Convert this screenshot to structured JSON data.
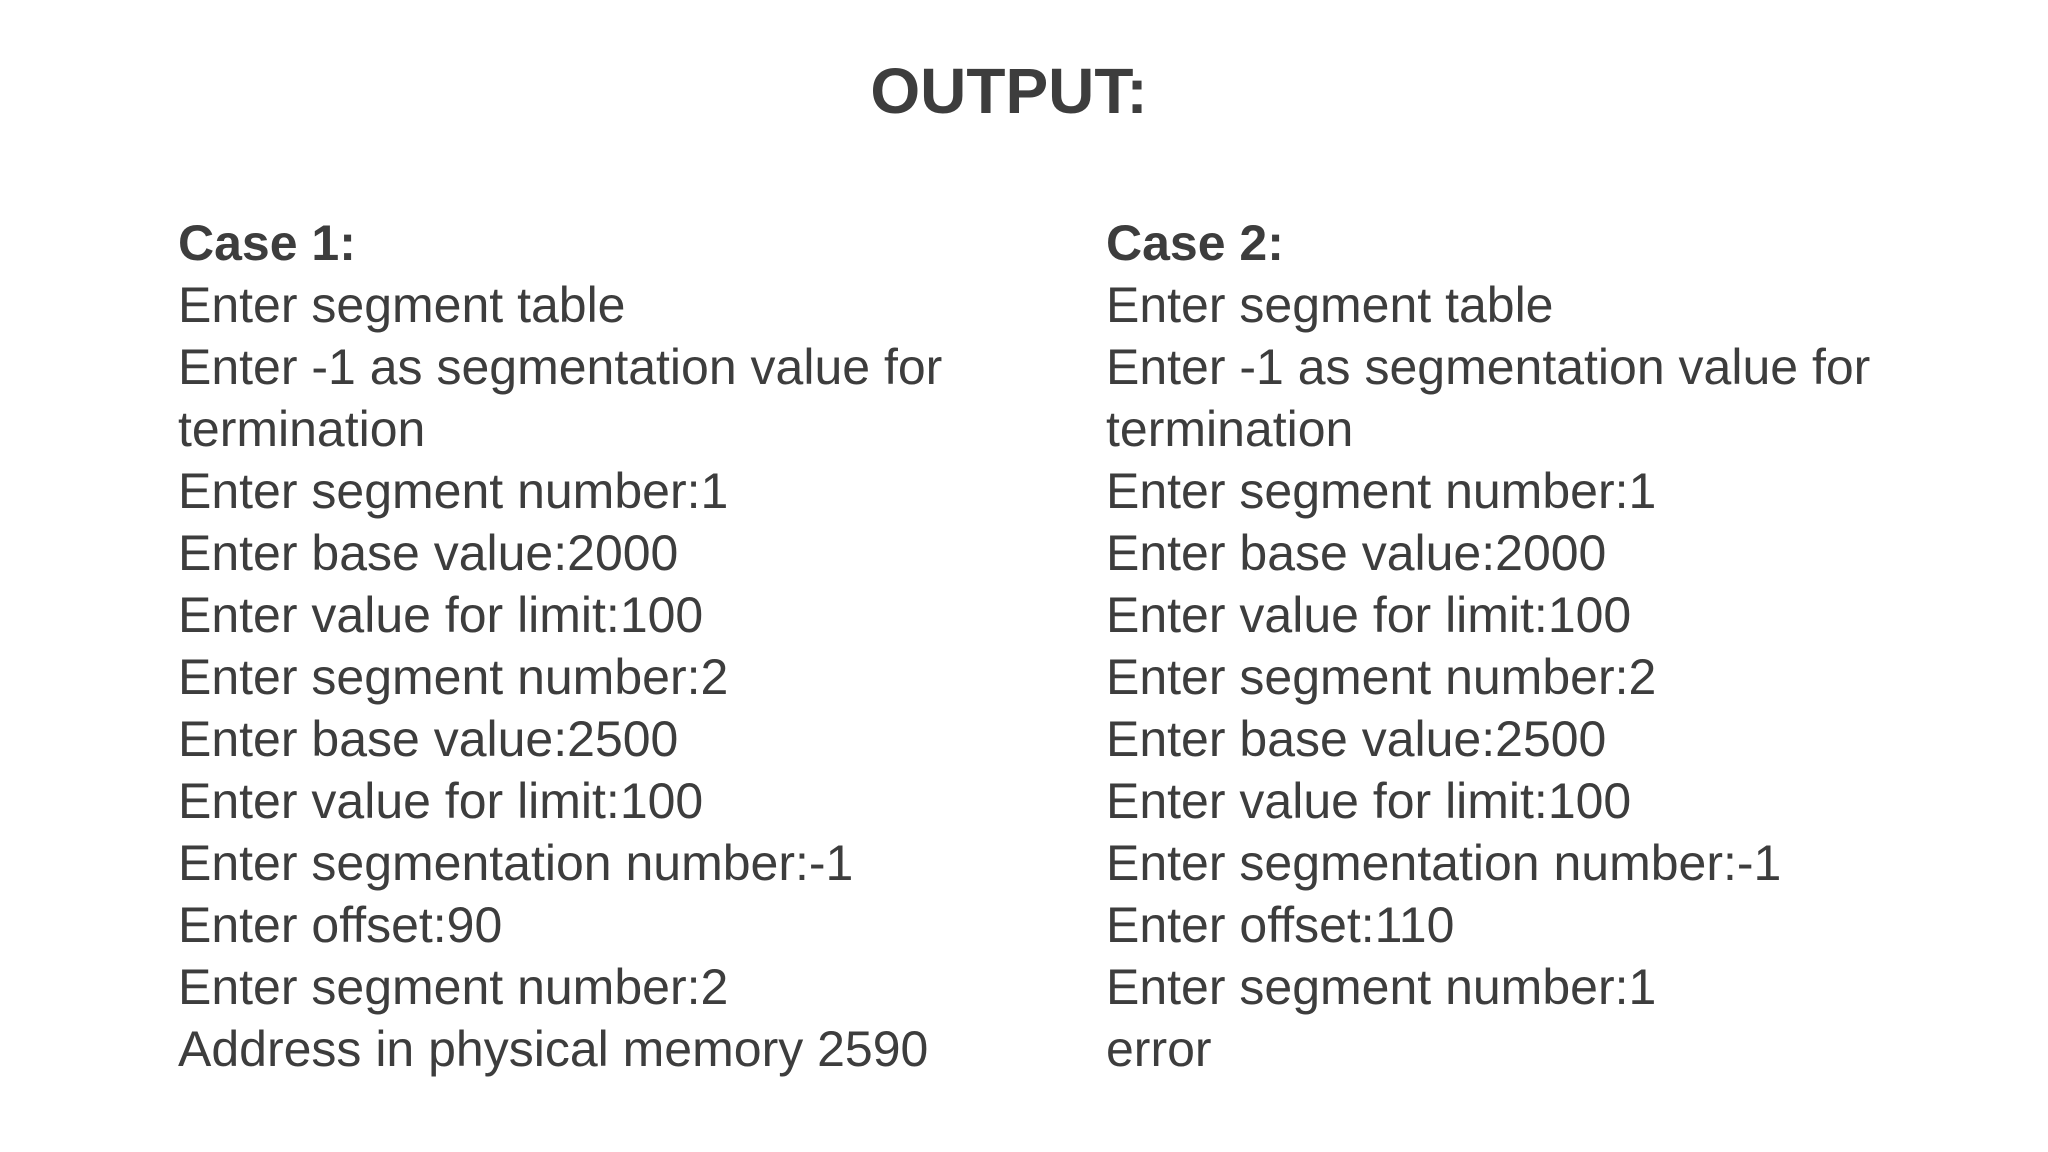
{
  "title": "OUTPUT:",
  "colors": {
    "background": "#ffffff",
    "text": "#3d3d3d"
  },
  "cases": [
    {
      "heading": "Case 1:",
      "lines": [
        "Enter segment table",
        "Enter -1 as segmentation value for",
        "termination",
        "Enter segment number:1",
        "Enter base value:2000",
        "Enter value for limit:100",
        "Enter segment number:2",
        "Enter base value:2500",
        "Enter value for limit:100",
        "Enter segmentation number:-1",
        "Enter offset:90",
        "Enter segment number:2",
        "Address in physical memory 2590"
      ]
    },
    {
      "heading": "Case 2:",
      "lines": [
        "Enter segment table",
        "Enter -1 as segmentation value for",
        "termination",
        "Enter segment number:1",
        "Enter base value:2000",
        "Enter value for limit:100",
        "Enter segment number:2",
        "Enter base value:2500",
        "Enter value for limit:100",
        "Enter segmentation number:-1",
        "Enter offset:110",
        "Enter segment number:1",
        "error"
      ]
    }
  ]
}
